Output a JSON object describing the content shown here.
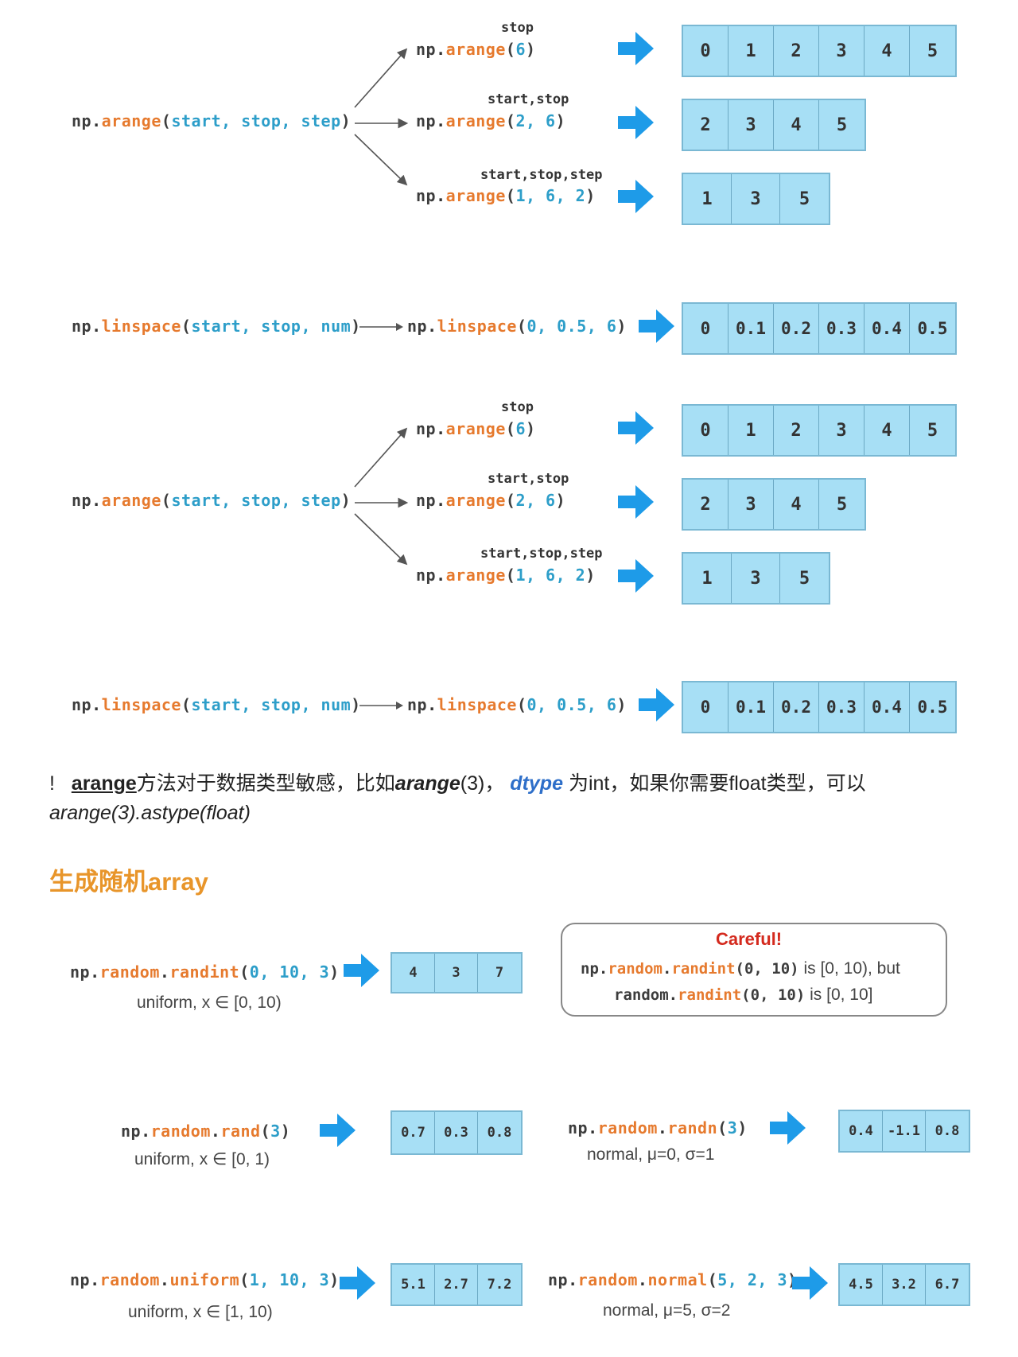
{
  "arange_label": {
    "stop": "stop",
    "start_stop": "start,stop",
    "start_stop_step": "start,stop,step"
  },
  "code": {
    "np": "np",
    "dot": ".",
    "arange": "arange",
    "linspace": "linspace",
    "random": "random",
    "randint": "randint",
    "rand": "rand",
    "randn": "randn",
    "uniform": "uniform",
    "normal": "normal",
    "open": "(",
    "close": ")",
    "arange_params": "start, stop, step",
    "linspace_params": "start, stop, num",
    "a1": "6",
    "a2": "2, 6",
    "a3": "1, 6, 2",
    "l1": "0, 0.5, 6",
    "randint_args": "0, 10, 3",
    "rand_args": "3",
    "randn_args": "3",
    "uniform_args": "1, 10, 3",
    "normal_args": "5, 2, 3",
    "careful_args": "0, 10"
  },
  "arrays": {
    "a1": [
      "0",
      "1",
      "2",
      "3",
      "4",
      "5"
    ],
    "a2": [
      "2",
      "3",
      "4",
      "5"
    ],
    "a3": [
      "1",
      "3",
      "5"
    ],
    "l1": [
      "0",
      "0.1",
      "0.2",
      "0.3",
      "0.4",
      "0.5"
    ],
    "randint": [
      "4",
      "3",
      "7"
    ],
    "rand": [
      "0.7",
      "0.3",
      "0.8"
    ],
    "randn": [
      "0.4",
      "-1.1",
      "0.8"
    ],
    "uniform": [
      "5.1",
      "2.7",
      "7.2"
    ],
    "normal": [
      "4.5",
      "3.2",
      "6.7"
    ]
  },
  "note": {
    "bang": "!",
    "arange": "arange",
    "t1": "方法对于数据类型敏感，比如",
    "arange_it": "arange",
    "t2": "(3)，",
    "dtype": "dtype",
    "t3": "为int，如果你需要float类型，可以",
    "line2": "arange(3).astype(float)"
  },
  "heading": "生成随机array",
  "captions": {
    "randint": "uniform, x ∈ [0, 10)",
    "rand": "uniform, x ∈ [0, 1)",
    "randn": "normal, μ=0, σ=1",
    "uniform": "uniform, x ∈ [1, 10)",
    "normal": "normal, μ=5, σ=2"
  },
  "callout": {
    "title": "Careful!",
    "l1_tail": " is [0, 10), but",
    "l2_tail": " is [0, 10]"
  },
  "colors": {
    "array_fill": "#a7dff5",
    "arrow": "#1e9be8",
    "func": "#e67a2e",
    "param": "#2d9ec9",
    "heading": "#e8952a"
  }
}
